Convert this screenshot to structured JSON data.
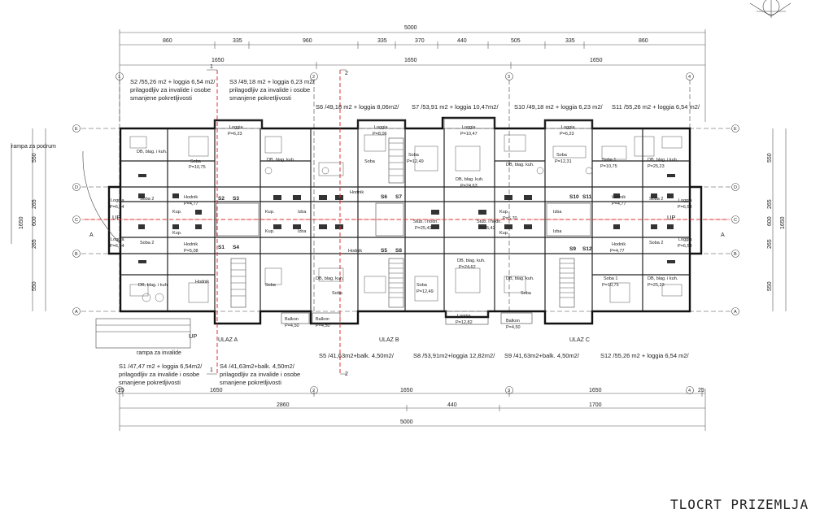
{
  "title": "TLOCRT PRIZEMLJA",
  "dims_top": {
    "total": "5000",
    "segments": [
      "860",
      "335",
      "960",
      "335",
      "370",
      "440",
      "505",
      "335",
      "860"
    ],
    "thirds": [
      "1650",
      "1650",
      "1650"
    ]
  },
  "dims_bottom": {
    "thirds": [
      "25",
      "1650",
      "1650",
      "1650",
      "25"
    ],
    "parts": [
      "2860",
      "440",
      "1700"
    ],
    "total": "5000"
  },
  "dims_left": [
    "550",
    "265",
    "600",
    "265",
    "550",
    "1650"
  ],
  "dims_right": [
    "550",
    "265",
    "600",
    "265",
    "550",
    "1650"
  ],
  "axes_rows": [
    "E",
    "D",
    "C",
    "B",
    "A"
  ],
  "axes_cols": [
    "1",
    "2",
    "3",
    "4"
  ],
  "section_markers": [
    "1",
    "2",
    "A",
    "A"
  ],
  "units_top": {
    "s2": [
      "S2 /55,26 m2 + loggia 6,54 m2/",
      "prilagodljiv za invalide i osobe",
      "smanjene pokretljivosti"
    ],
    "s3": [
      "S3 /49,18 m2 + loggia 6,23 m2/",
      "prilagodljiv za invalide i osobe",
      "smanjene pokretljivosti"
    ],
    "s6": "S6 /49,18 m2 + loggia 8,06m2/",
    "s7": "S7 /53,91 m2 + loggia 10,47m2/",
    "s10": "S10 /49,18 m2 + loggia 6,23 m2/",
    "s11": "S11 /55,26 m2 + loggia 6,54 m2/"
  },
  "units_bottom": {
    "s1": [
      "S1 /47,47 m2 + loggia 6,54m2/",
      "prilagodljiv za invalide i osobe",
      "smanjene pokretljivosti"
    ],
    "s4": [
      "S4 /41,63m2+balk. 4,50m2/",
      "prilagodljiv za invalide i osobe",
      "smanjene pokretljivosti"
    ],
    "s5": "S5 /41,63m2+balk. 4,50m2/",
    "s8": "S8 /53,91m2+loggia 12,82m2/",
    "s9": "S9 /41,63m2+balk. 4,50m2/",
    "s12": "S12 /55,26 m2 + loggia 6,54 m2/"
  },
  "annotations": {
    "ramp_top": "rampa za podrum",
    "ramp_bottom": "rampa za invalide",
    "up": "UP",
    "entrances": [
      "ULAZ A",
      "ULAZ B",
      "ULAZ C"
    ]
  },
  "rooms": {
    "loggia": "Loggia",
    "soba": "Soba",
    "soba1": "Soba 1",
    "soba2": "Soba 2",
    "db": "DB, blag. i kuh.",
    "db2": "DB, blag. kuh.",
    "hodnik": "Hodnik",
    "kup": "Kup.",
    "izba": "Izba",
    "balkon": "Balkon",
    "stub": "Stub. i hodn.",
    "stair_labels": [
      "S2",
      "S3",
      "S1",
      "S4",
      "S6",
      "S7",
      "S5",
      "S8",
      "S10",
      "S11",
      "S9",
      "S12"
    ]
  },
  "areas": {
    "p_6_54": "P=6,54",
    "p_6_23": "P=6,23",
    "p_8_06": "P=8,06",
    "p_10_47": "P=10,47",
    "p_12_49": "P=12,49",
    "p_10_75": "P=10,75",
    "p_25_23": "P=25,23",
    "p_12_31": "P=12,31",
    "p_24_63": "P=24,63",
    "p_25_42": "P=25,42",
    "p_4_50": "P=4,50",
    "p_5_08": "P=5,08",
    "p_4_77": "P=4,77",
    "p_5_70": "P=5,70",
    "p_24_62": "P=24,62",
    "p_12_82": "P=12,82"
  }
}
